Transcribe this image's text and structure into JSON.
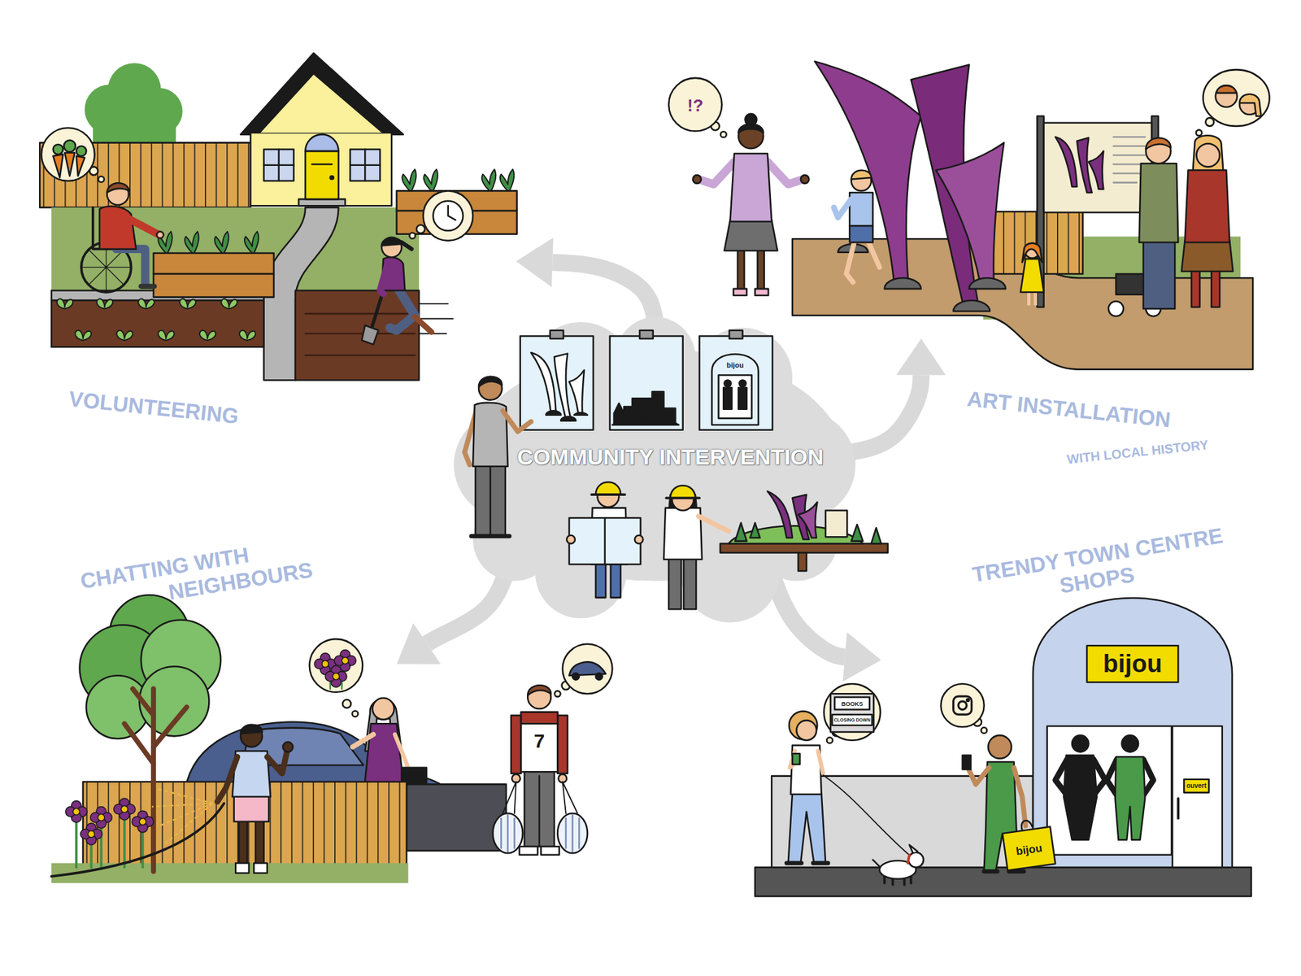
{
  "diagram": {
    "nodes": [
      {
        "text": [
          "COMMUNITY INTERVENTION"
        ]
      },
      {
        "text": [
          "VOLUNTEERING"
        ]
      },
      {
        "text": [
          "ART INSTALLATION",
          "WITH LOCAL HISTORY"
        ]
      },
      {
        "text": [
          "CHATTING WITH NEIGHBOURS"
        ]
      },
      {
        "text": [
          "TRENDY TOWN CENTRE SHOPS"
        ]
      }
    ],
    "edges": [
      {
        "from": 0,
        "to": 1,
        "arrow": "to"
      },
      {
        "from": 0,
        "to": 2,
        "arrow": "to"
      },
      {
        "from": 0,
        "to": 3,
        "arrow": "to"
      },
      {
        "from": 0,
        "to": 4,
        "arrow": "to"
      }
    ],
    "labels": [
      "!?",
      "bijou",
      "bijou",
      "BOOKS",
      "CLOSING DOWN",
      "7",
      "ouvert",
      "bijou"
    ]
  }
}
